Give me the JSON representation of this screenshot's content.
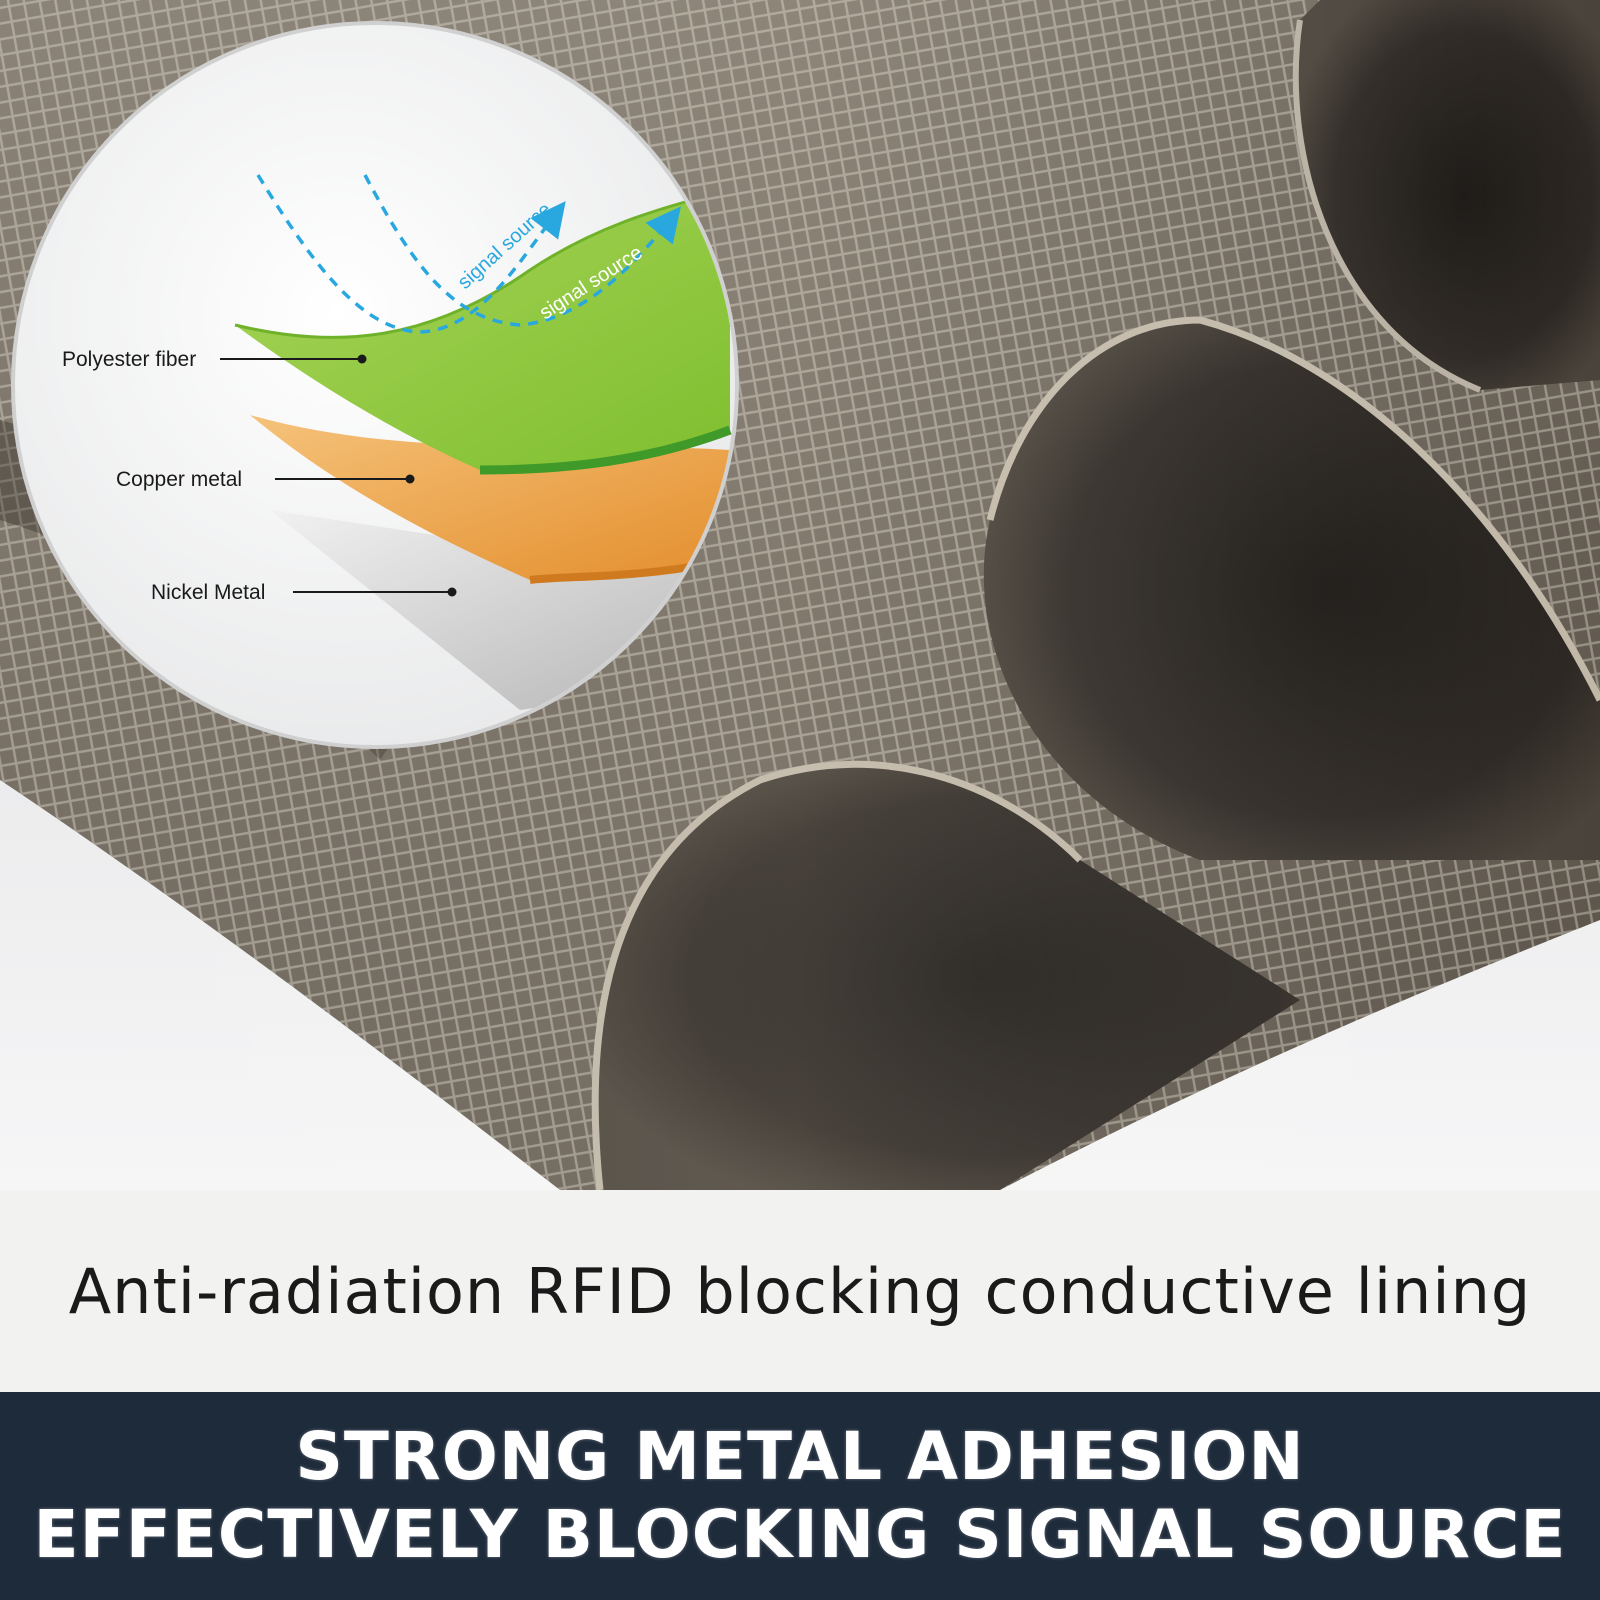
{
  "inset": {
    "labels": {
      "polyester": "Polyester fiber",
      "copper": "Copper metal",
      "nickel": "Nickel Metal"
    },
    "signal_label_1": "signal source",
    "signal_label_2": "signal source"
  },
  "caption": "Anti-radiation RFID blocking conductive lining",
  "banner": {
    "line1": "STRONG METAL ADHESION",
    "line2": "EFFECTIVELY BLOCKING SIGNAL SOURCE"
  },
  "colors": {
    "banner_bg": "#1e2b3b",
    "polyester_layer": "#8cc63f",
    "copper_layer": "#f0a24a",
    "nickel_layer": "#c9c9c9",
    "signal_arrow": "#29a8e0",
    "fabric": "#6f675d"
  },
  "icons": [
    "signal-arrow-icon"
  ]
}
